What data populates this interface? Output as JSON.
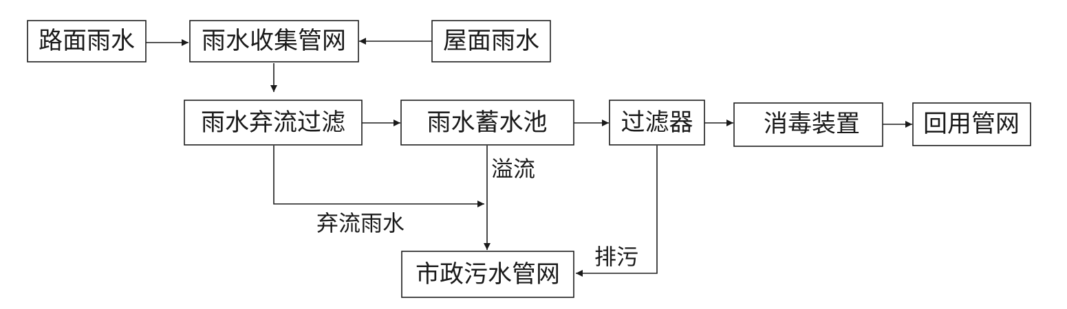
{
  "nodes": {
    "road_rainwater": "路面雨水",
    "collection_network": "雨水收集管网",
    "roof_rainwater": "屋面雨水",
    "diversion_filter": "雨水弃流过滤",
    "storage_tank": "雨水蓄水池",
    "filter": "过滤器",
    "disinfection": "消毒装置",
    "reuse_network": "回用管网",
    "municipal_sewer": "市政污水管网"
  },
  "edge_labels": {
    "overflow": "溢流",
    "diverted_rainwater": "弃流雨水",
    "discharge": "排污"
  },
  "colors": {
    "stroke": "#1a1a1a",
    "background": "#ffffff"
  }
}
